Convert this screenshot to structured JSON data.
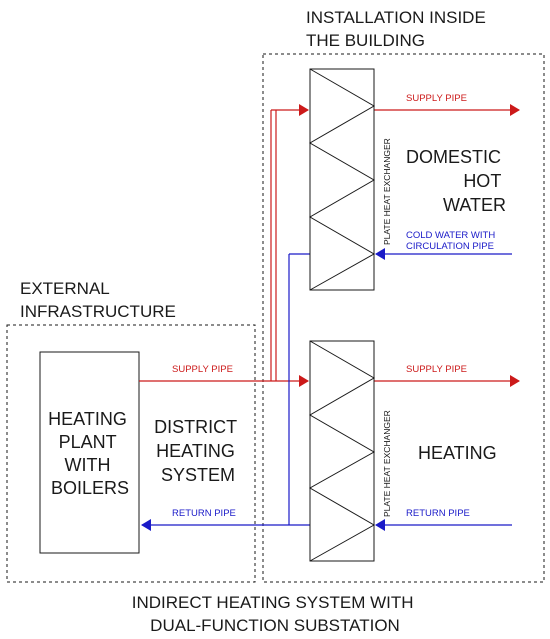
{
  "colors": {
    "supply": "#cc1a1a",
    "return": "#1a1ac8",
    "line": "#1a1a1a"
  },
  "installation_title": [
    "INSTALLATION INSIDE",
    "THE BUILDING"
  ],
  "external_title": [
    "EXTERNAL",
    "INFRASTRUCTURE"
  ],
  "plant_label": [
    "HEATING",
    "PLANT",
    "WITH",
    "BOILERS"
  ],
  "district_label": [
    "DISTRICT",
    "HEATING",
    "SYSTEM"
  ],
  "dhw_label": [
    "DOMESTIC",
    "HOT",
    "WATER"
  ],
  "heating_label": "HEATING",
  "exchanger_label": "PLATE HEAT EXCHANGER",
  "pipes": {
    "supply_top": "SUPPLY PIPE",
    "supply_mid": "SUPPLY PIPE",
    "supply_plant": "SUPPLY PIPE",
    "cold_water": [
      "COLD WATER WITH",
      "CIRCULATION PIPE"
    ],
    "return_right": "RETURN PIPE",
    "return_plant": "RETURN PIPE"
  },
  "caption": [
    "INDIRECT HEATING SYSTEM WITH",
    "DUAL-FUNCTION SUBSTATION"
  ]
}
